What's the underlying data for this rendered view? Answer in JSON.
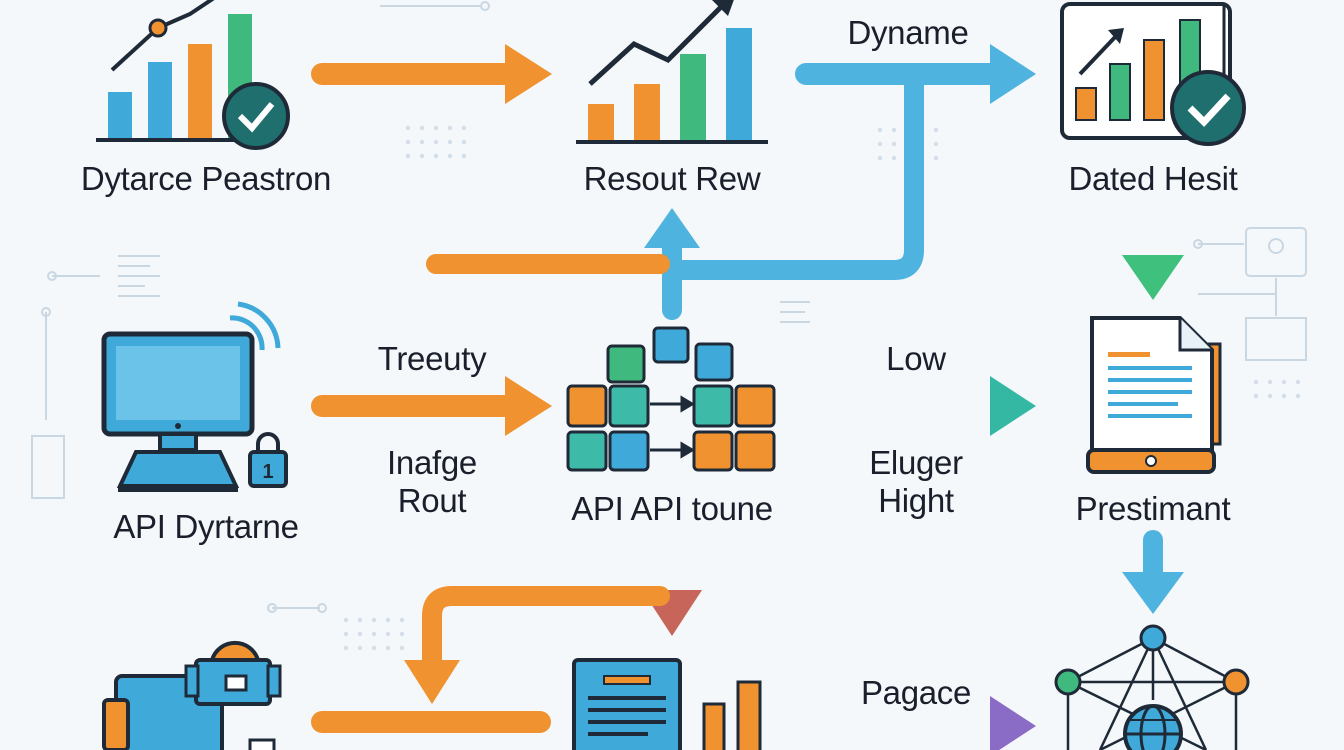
{
  "nodes": {
    "dytarce_peastron": "Dytarce Peastron",
    "resout_rew": "Resout Rew",
    "dated_hesit": "Dated Hesit",
    "api_dyrtarne": "API Dyrtarne",
    "api_api_toune": "API API toune",
    "prestimant": "Prestimant"
  },
  "edges": {
    "dyname": "Dyname",
    "treeuty": "Treeuty",
    "inafge_rout": "Inafge\nRout",
    "low": "Low",
    "eluger_hight": "Eluger\nHight",
    "pagace": "Pagace"
  },
  "colors": {
    "orange": "#f0922f",
    "blue": "#3fa9da",
    "teal": "#3dbaa8",
    "green": "#3fb97d",
    "purple": "#8a6cc6",
    "dark": "#1f2a38",
    "check": "#1f6f6f"
  }
}
